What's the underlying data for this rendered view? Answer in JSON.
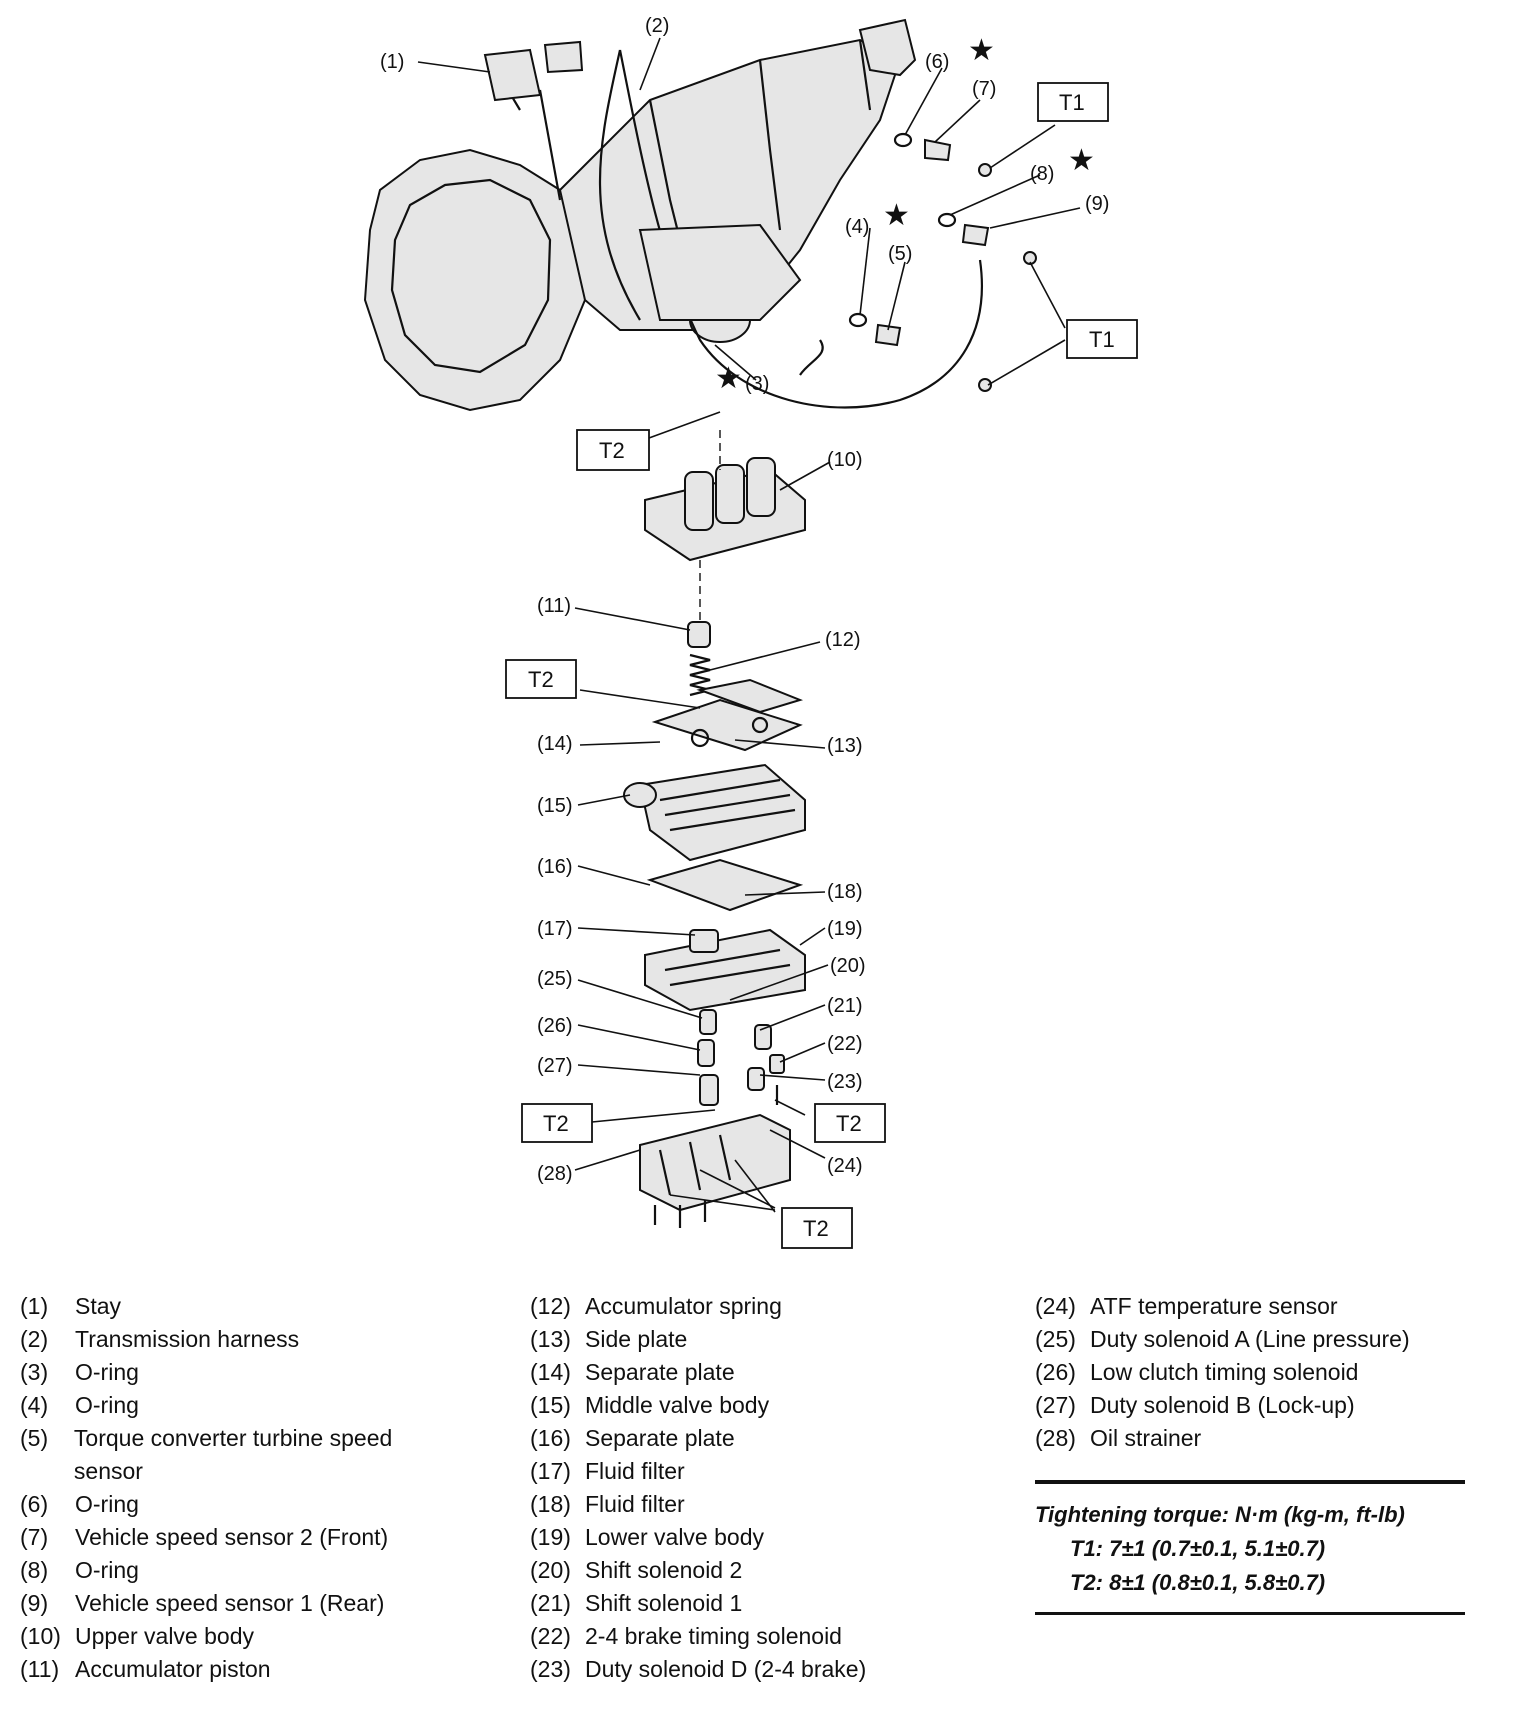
{
  "callouts": {
    "c1": "(1)",
    "c2": "(2)",
    "c3": "(3)",
    "c4": "(4)",
    "c5": "(5)",
    "c6": "(6)",
    "c7": "(7)",
    "c8": "(8)",
    "c9": "(9)",
    "c10": "(10)",
    "c11": "(11)",
    "c12": "(12)",
    "c13": "(13)",
    "c14": "(14)",
    "c15": "(15)",
    "c16": "(16)",
    "c17": "(17)",
    "c18": "(18)",
    "c19": "(19)",
    "c20": "(20)",
    "c21": "(21)",
    "c22": "(22)",
    "c23": "(23)",
    "c24": "(24)",
    "c25": "(25)",
    "c26": "(26)",
    "c27": "(27)",
    "c28": "(28)"
  },
  "torque_boxes": {
    "t1": "T1",
    "t2": "T2"
  },
  "star_symbol": "★",
  "legend": {
    "col1": [
      {
        "num": "(1)",
        "text": "Stay"
      },
      {
        "num": "(2)",
        "text": "Transmission harness"
      },
      {
        "num": "(3)",
        "text": "O-ring"
      },
      {
        "num": "(4)",
        "text": "O-ring"
      },
      {
        "num": "(5)",
        "text": "Torque converter turbine speed sensor"
      },
      {
        "num": "(6)",
        "text": "O-ring"
      },
      {
        "num": "(7)",
        "text": "Vehicle speed sensor 2 (Front)"
      },
      {
        "num": "(8)",
        "text": "O-ring"
      },
      {
        "num": "(9)",
        "text": "Vehicle speed sensor 1 (Rear)"
      },
      {
        "num": "(10)",
        "text": "Upper valve body"
      },
      {
        "num": "(11)",
        "text": "Accumulator piston"
      }
    ],
    "col2": [
      {
        "num": "(12)",
        "text": "Accumulator spring"
      },
      {
        "num": "(13)",
        "text": "Side plate"
      },
      {
        "num": "(14)",
        "text": "Separate plate"
      },
      {
        "num": "(15)",
        "text": "Middle valve body"
      },
      {
        "num": "(16)",
        "text": "Separate plate"
      },
      {
        "num": "(17)",
        "text": "Fluid filter"
      },
      {
        "num": "(18)",
        "text": "Fluid filter"
      },
      {
        "num": "(19)",
        "text": "Lower valve body"
      },
      {
        "num": "(20)",
        "text": "Shift solenoid 2"
      },
      {
        "num": "(21)",
        "text": "Shift solenoid 1"
      },
      {
        "num": "(22)",
        "text": "2-4 brake timing solenoid"
      },
      {
        "num": "(23)",
        "text": "Duty solenoid D (2-4 brake)"
      }
    ],
    "col3": [
      {
        "num": "(24)",
        "text": "ATF temperature sensor"
      },
      {
        "num": "(25)",
        "text": "Duty solenoid A (Line pressure)"
      },
      {
        "num": "(26)",
        "text": "Low clutch timing solenoid"
      },
      {
        "num": "(27)",
        "text": "Duty solenoid B (Lock-up)"
      },
      {
        "num": "(28)",
        "text": "Oil strainer"
      }
    ]
  },
  "torque": {
    "title": "Tightening torque: N·m (kg-m, ft-lb)",
    "t1": "T1: 7±1 (0.7±0.1, 5.1±0.7)",
    "t2": "T2: 8±1 (0.8±0.1, 5.8±0.7)"
  }
}
